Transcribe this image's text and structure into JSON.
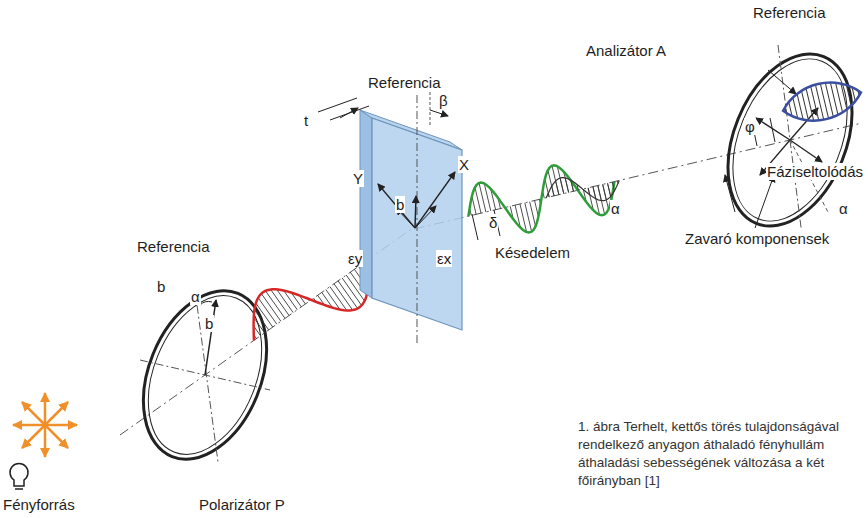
{
  "diagram": {
    "caption": "1. ábra Terhelt, kettős törés tulajdonságával rendelkező anyagon áthaladó fényhullám áthaladási sebességének változása a két főirányban [1]",
    "labels": [
      "Referencia",
      "Analizátor A",
      "Fáziseltolódás",
      "φ",
      "α",
      "α",
      "Zavaró komponensek",
      "Késedelem",
      "δ",
      "t",
      "Referencia",
      "β",
      "X",
      "Y",
      "b",
      "εy",
      "εx",
      "Referencia",
      "b",
      "α",
      "b",
      "Fényforrás",
      "Polarizátor P"
    ]
  }
}
